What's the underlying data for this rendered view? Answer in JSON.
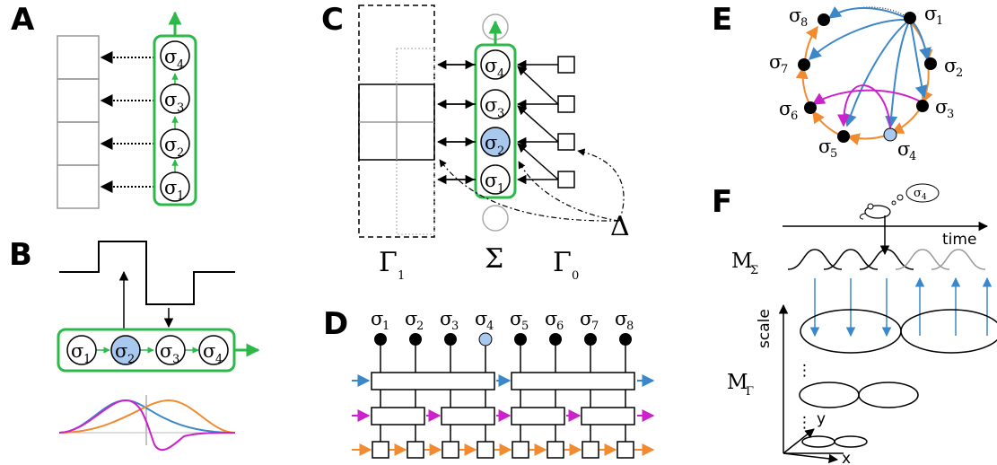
{
  "panels": {
    "A": {
      "label": "A"
    },
    "B": {
      "label": "B"
    },
    "C": {
      "label": "C",
      "gamma1": "Γ",
      "gamma1_sub": "1",
      "sigma": "Σ",
      "gamma0": "Γ",
      "gamma0_sub": "0",
      "delta": "Δ"
    },
    "D": {
      "label": "D"
    },
    "E": {
      "label": "E"
    },
    "F": {
      "label": "F",
      "time_label": "time",
      "scale_label": "scale",
      "m": "M",
      "m_sigma_sub": "Σ",
      "m_gamma_sub": "Γ",
      "axis_x": "x",
      "axis_y": "y",
      "thought": "σ",
      "thought_sub": "4",
      "dots": "⋮"
    }
  },
  "sigma": "σ",
  "subs": [
    "1",
    "2",
    "3",
    "4",
    "5",
    "6",
    "7",
    "8"
  ],
  "colors": {
    "green": "#2db84a",
    "blue": "#3a87c9",
    "orange": "#f28a30",
    "magenta": "#cc22cc",
    "light_blue": "#a8c8ee",
    "gray": "#999999"
  }
}
